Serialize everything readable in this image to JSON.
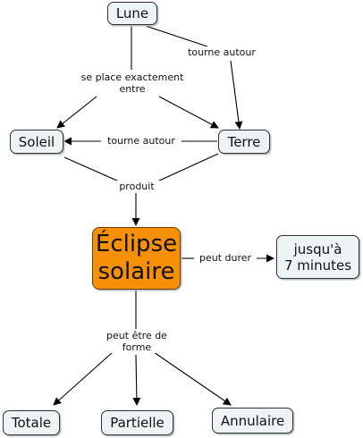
{
  "nodes": {
    "lune": "Lune",
    "soleil": "Soleil",
    "terre": "Terre",
    "eclipse": "Éclipse\nsolaire",
    "jusqua": "jusqu'à\n7 minutes",
    "totale": "Totale",
    "partielle": "Partielle",
    "annulaire": "Annulaire"
  },
  "links": {
    "se_place": "se place exactement\nentre",
    "tourne_autour_terre": "tourne autour",
    "tourne_autour_soleil": "tourne autour",
    "produit": "produit",
    "peut_durer": "peut durer",
    "peut_etre": "peut être de\nforme"
  },
  "colors": {
    "node_fill": "#eef3f4",
    "central_fill": "#f79009",
    "line": "#000000"
  }
}
